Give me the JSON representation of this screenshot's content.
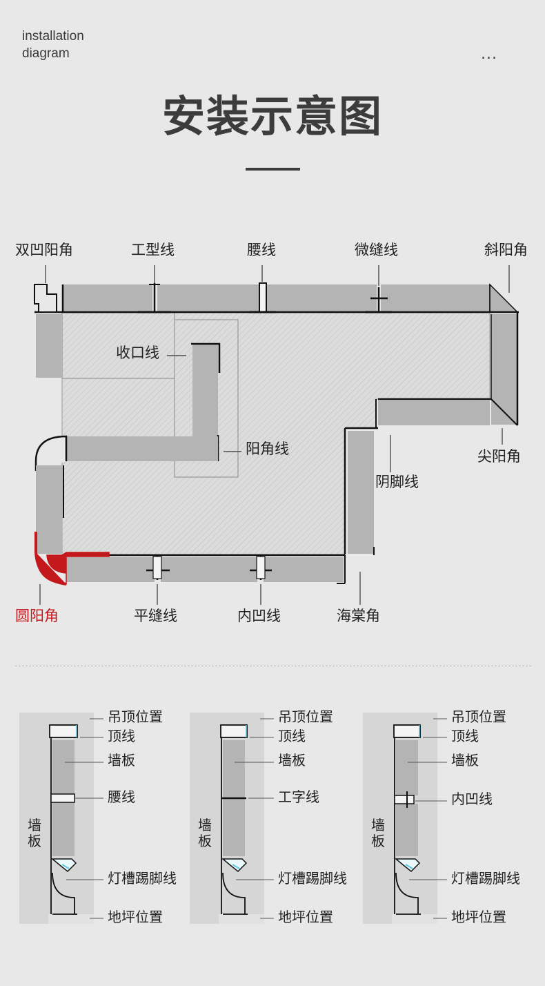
{
  "header": {
    "eyebrow_line1": "installation",
    "eyebrow_line2": "diagram",
    "more": "...",
    "title": "安装示意图"
  },
  "plan_labels": {
    "double_concave_corner": "双凹阳角",
    "i_profile": "工型线",
    "waist_line": "腰线",
    "micro_gap": "微缝线",
    "bevel_corner": "斜阳角",
    "closing_line": "收口线",
    "outer_corner_line": "阳角线",
    "sharp_corner": "尖阳角",
    "inner_skirting": "阴脚线",
    "round_corner": "圆阳角",
    "flat_gap": "平缝线",
    "inner_groove": "内凹线",
    "begonia_corner": "海棠角"
  },
  "sections": [
    {
      "ceiling": "吊顶位置",
      "top_line": "顶线",
      "panel": "墙板",
      "middle": "腰线",
      "wall": "墙板",
      "light_skirting": "灯槽踢脚线",
      "floor": "地坪位置"
    },
    {
      "ceiling": "吊顶位置",
      "top_line": "顶线",
      "panel": "墙板",
      "middle": "工字线",
      "wall": "墙板",
      "light_skirting": "灯槽踢脚线",
      "floor": "地坪位置"
    },
    {
      "ceiling": "吊顶位置",
      "top_line": "顶线",
      "panel": "墙板",
      "middle": "内凹线",
      "wall": "墙板",
      "light_skirting": "灯槽踢脚线",
      "floor": "地坪位置"
    }
  ],
  "colors": {
    "panel": "#b4b4b4",
    "background": "#e8e8e8",
    "floor": "#d8d8d8",
    "accent_red": "#c3191c",
    "wall": "#d6d6d6",
    "led": "#cfeff5"
  }
}
